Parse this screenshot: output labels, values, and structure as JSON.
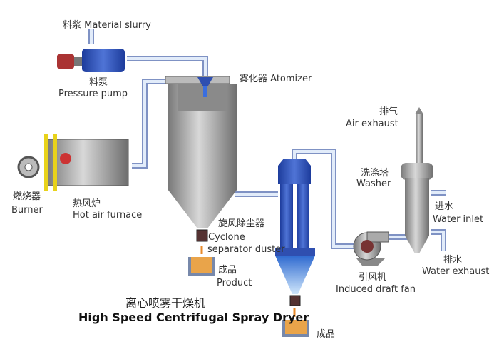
{
  "labels": {
    "material_slurry": {
      "zh": "料浆",
      "en": "Material slurry"
    },
    "pressure_pump": {
      "zh": "料泵",
      "en": "Pressure  pump"
    },
    "atomizer": {
      "zh": "雾化器",
      "en": "Atomizer"
    },
    "burner": {
      "zh": "燃烧器",
      "en": "Burner"
    },
    "hot_air_furnace": {
      "zh": "热风炉",
      "en": "Hot air furnace"
    },
    "cyclone": {
      "zh": "旋风除尘器",
      "en1": "Cyclone",
      "en2": "separator duster"
    },
    "product": {
      "zh": "成品",
      "en": "Product"
    },
    "product2": {
      "zh": "成品"
    },
    "air_exhaust": {
      "zh": "排气",
      "en": "Air  exhaust"
    },
    "washer": {
      "zh": "洗涤塔",
      "en": "Washer"
    },
    "water_inlet": {
      "zh": "进水",
      "en": "Water inlet"
    },
    "water_exhaust": {
      "zh": "排水",
      "en": "Water exhaust"
    },
    "induced_fan": {
      "zh": "引风机",
      "en": "Induced draft fan"
    }
  },
  "title": {
    "zh": "离心喷雾干燥机",
    "en": "High Speed Centrifugal Spray Dryer"
  },
  "colors": {
    "pipe": "#9fb6dc",
    "steel": "#9a9a9a",
    "blue": "#2f4fb0",
    "accent": "#e88a2a",
    "yellow": "#e8d21a"
  }
}
